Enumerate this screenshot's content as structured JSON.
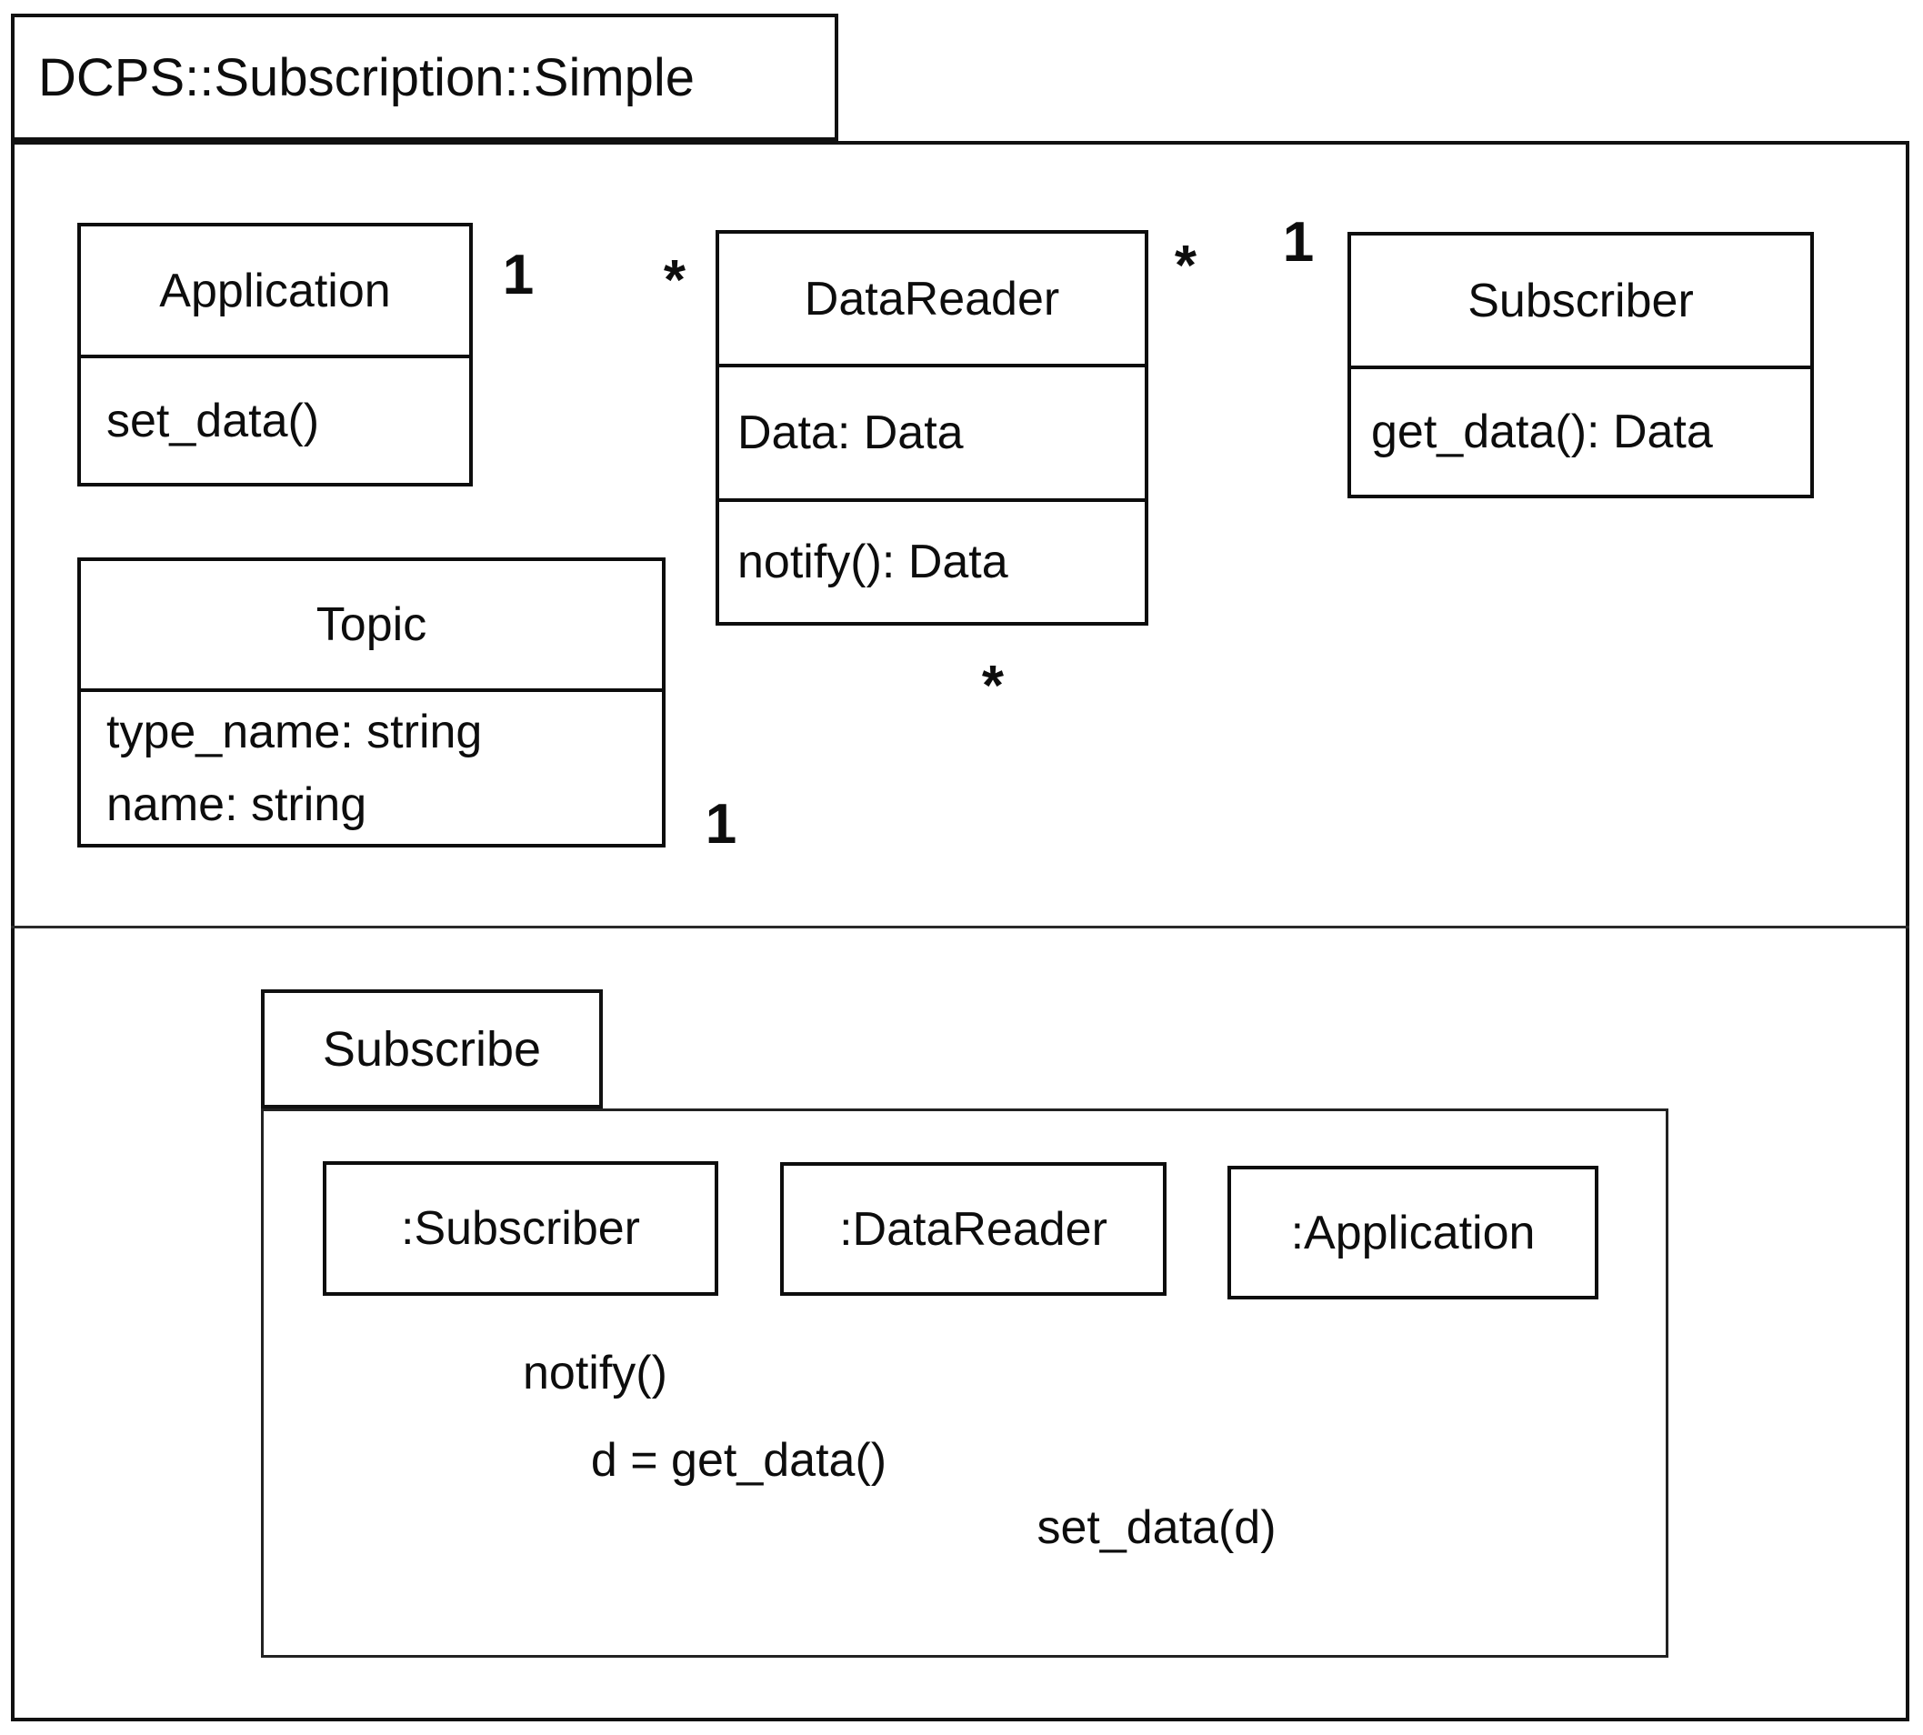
{
  "package": {
    "title": "DCPS::Subscription::Simple"
  },
  "classes": {
    "application": {
      "name": "Application",
      "operations": [
        "set_data()"
      ]
    },
    "datareader": {
      "name": "DataReader",
      "attributes": [
        "Data: Data"
      ],
      "operations": [
        "notify(): Data"
      ]
    },
    "subscriber": {
      "name": "Subscriber",
      "operations": [
        "get_data(): Data"
      ]
    },
    "topic": {
      "name": "Topic",
      "attributes": [
        "type_name: string",
        "name: string"
      ]
    }
  },
  "associations": {
    "app_datareader": {
      "source_mult": "1",
      "target_mult": "*"
    },
    "datareader_subscriber": {
      "source_mult": "*",
      "target_mult": "1"
    },
    "topic_datareader": {
      "source_mult": "1",
      "target_mult": "*"
    }
  },
  "sequence": {
    "title": "Subscribe",
    "lifelines": [
      ":Subscriber",
      ":DataReader",
      ":Application"
    ],
    "messages": [
      "notify()",
      "d = get_data()",
      "set_data(d)"
    ]
  },
  "colors": {
    "box_border": "#0d0d0d",
    "line": "#555555",
    "diamond_fill": "#06060e",
    "diamond_border": "#2e4d8e"
  }
}
